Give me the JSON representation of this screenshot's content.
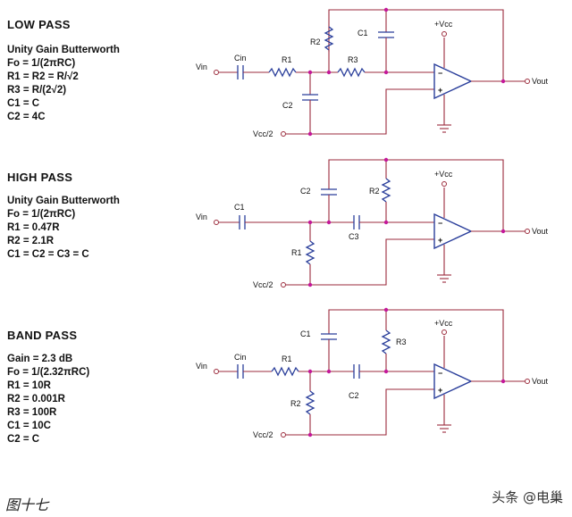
{
  "lowpass": {
    "title": "LOW PASS",
    "lines": [
      "Unity Gain Butterworth",
      "Fo = 1/(2πRC)",
      "R1 = R2 = R/√2",
      "R3 = R/(2√2)",
      "C1 = C",
      "C2 = 4C"
    ],
    "labels": {
      "vin": "Vin",
      "cin": "Cin",
      "r1": "R1",
      "r2": "R2",
      "r3": "R3",
      "c1": "C1",
      "c2": "C2",
      "vcc": "+Vcc",
      "vout": "Vout",
      "vcc2": "Vcc/2",
      "minus": "−",
      "plus": "+"
    }
  },
  "highpass": {
    "title": "HIGH PASS",
    "lines": [
      "Unity Gain Butterworth",
      "Fo = 1/(2πRC)",
      "R1 = 0.47R",
      "R2 = 2.1R",
      "C1 = C2 = C3 = C"
    ],
    "labels": {
      "vin": "Vin",
      "c1": "C1",
      "c2": "C2",
      "c3": "C3",
      "r1": "R1",
      "r2": "R2",
      "vcc": "+Vcc",
      "vout": "Vout",
      "vcc2": "Vcc/2",
      "minus": "−",
      "plus": "+"
    }
  },
  "bandpass": {
    "title": "BAND PASS",
    "lines": [
      "Gain = 2.3 dB",
      "Fo = 1/(2.32πRC)",
      "R1 = 10R",
      "R2 = 0.001R",
      "R3 = 100R",
      "C1 = 10C",
      "C2 = C"
    ],
    "labels": {
      "vin": "Vin",
      "cin": "Cin",
      "r1": "R1",
      "r2": "R2",
      "r3": "R3",
      "c1": "C1",
      "c2": "C2",
      "vcc": "+Vcc",
      "vout": "Vout",
      "vcc2": "Vcc/2",
      "minus": "−",
      "plus": "+"
    }
  },
  "caption": "图十七",
  "watermark": "头条 @电巢",
  "colors": {
    "wire": "#9b2b3c",
    "component": "#2b3f9b",
    "node": "#c4189a"
  }
}
